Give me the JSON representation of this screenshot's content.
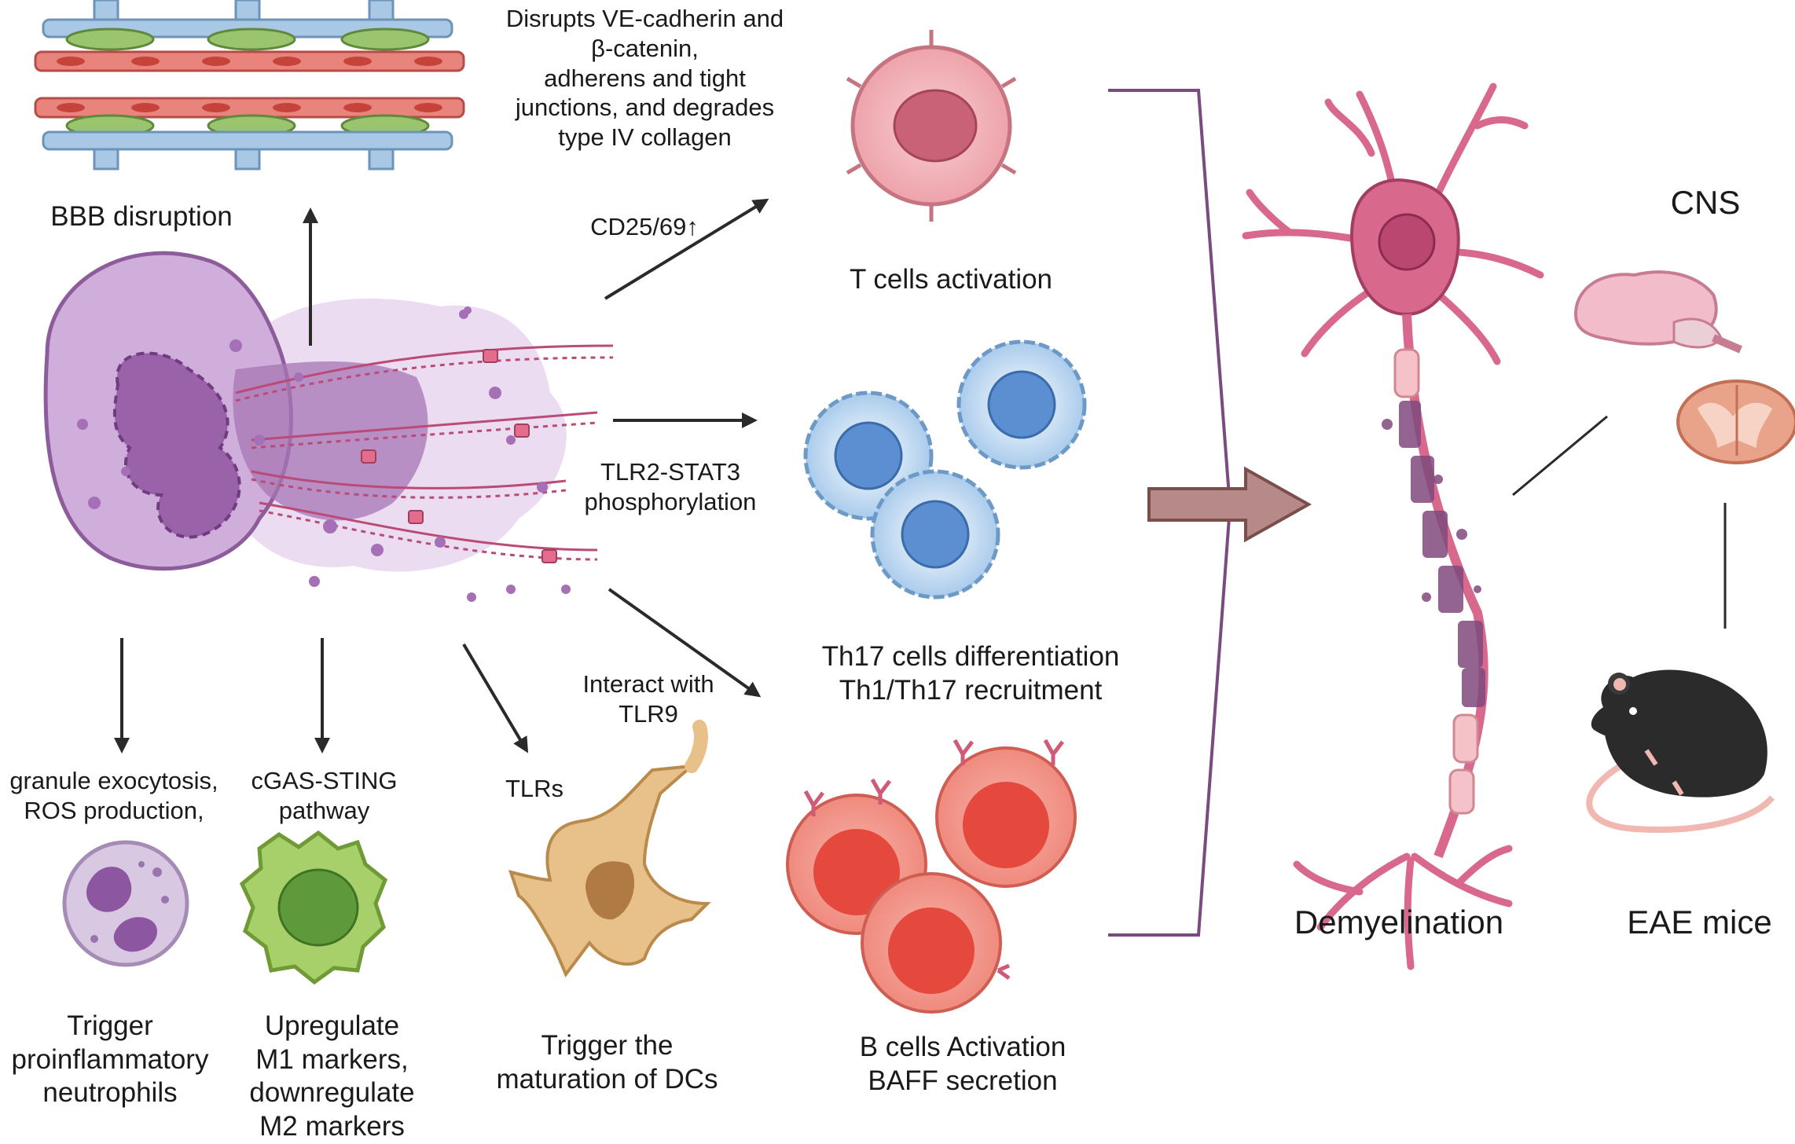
{
  "labels": {
    "bbb_mechanism": [
      "Disrupts VE-cadherin and",
      "β-catenin,",
      "adherens and tight",
      "junctions, and degrades",
      "type IV collagen"
    ],
    "bbb_disruption": "BBB disruption",
    "cd25_69": "CD25/69↑",
    "t_cells_activation": "T cells activation",
    "tlr2_stat3": [
      "TLR2-STAT3",
      "phosphorylation"
    ],
    "th17": [
      "Th17 cells differentiation",
      "Th1/Th17 recruitment"
    ],
    "interact_tlr9": [
      "Interact with",
      "TLR9"
    ],
    "b_cells": [
      "B cells Activation",
      "BAFF secretion"
    ],
    "granule": [
      "granule exocytosis,",
      "ROS production,"
    ],
    "cgas": [
      "cGAS-STING",
      "pathway"
    ],
    "tlrs": "TLRs",
    "trigger_neutrophils": [
      "Trigger",
      "proinflammatory",
      "neutrophils"
    ],
    "macrophage_markers": [
      "Upregulate",
      "M1 markers,",
      "downregulate",
      "M2 markers"
    ],
    "dc_maturation": [
      "Trigger the",
      "maturation of DCs"
    ],
    "demyelination": "Demyelination",
    "cns": "CNS",
    "eae_mice": "EAE mice"
  },
  "colors": {
    "net_cell": "#c9a6d4",
    "nucleus": "#9a62a8",
    "endothelium": "#e8847c",
    "pericyte": "#9bc46e",
    "vessel": "#a9c8e6",
    "t_cell": "#f2b7bd",
    "th17_cell": "#bcd6ef",
    "b_cell": "#f0867c",
    "neutrophil": "#d9c8e2",
    "macrophage": "#a8d06a",
    "dendritic_cell": "#e8c08a",
    "neuron": "#d8688c",
    "myelin": "#f4c2c8",
    "big_arrow": "#b58a88",
    "bracket": "#7a4b7f",
    "brain": "#f2bccb",
    "spinal_cord": "#e9a38a",
    "mouse": "#2b2b2b"
  }
}
